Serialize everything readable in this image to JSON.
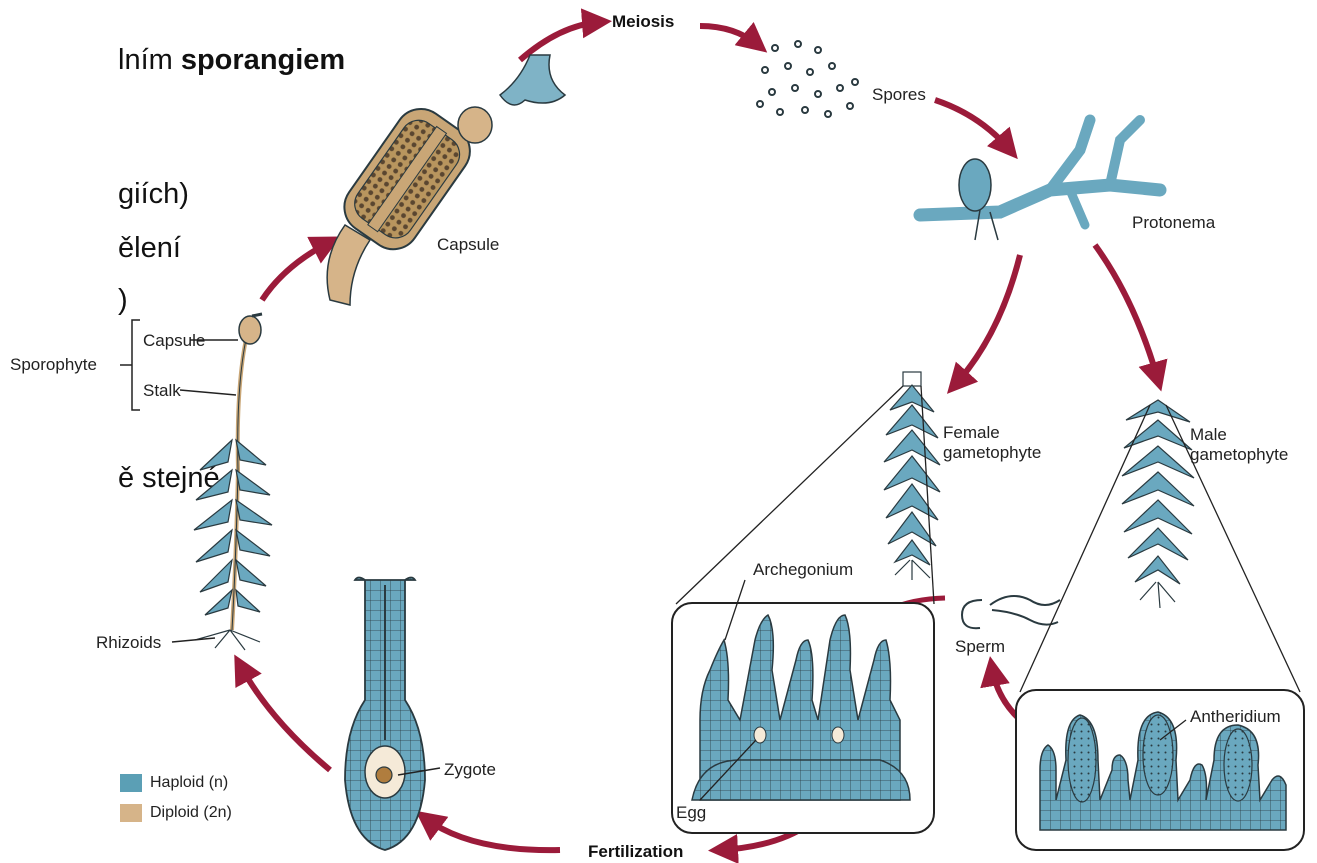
{
  "slide": {
    "line1_pre": "lním ",
    "line1_bold": "sporangiem",
    "line2": "giích)",
    "line3": "ělení",
    "line4": ")",
    "line5": "ě stejné"
  },
  "labels": {
    "meiosis": "Meiosis",
    "spores": "Spores",
    "protonema": "Protonema",
    "capsule_top": "Capsule",
    "sporophyte": "Sporophyte",
    "capsule": "Capsule",
    "stalk": "Stalk",
    "female_gametophyte_1": "Female",
    "female_gametophyte_2": "gametophyte",
    "male_gametophyte_1": "Male",
    "male_gametophyte_2": "gametophyte",
    "archegonium": "Archegonium",
    "sperm": "Sperm",
    "antheridium": "Antheridium",
    "egg": "Egg",
    "zygote": "Zygote",
    "rhizoids": "Rhizoids",
    "fertilization": "Fertilization"
  },
  "legend": {
    "haploid": "Haploid (n)",
    "diploid": "Diploid (2n)",
    "haploid_color": "#5b9fb5",
    "diploid_color": "#d6b489"
  },
  "colors": {
    "arrow": "#9b1b3a",
    "haploid": "#6aa8bf",
    "diploid": "#c9a676",
    "outline": "#2a3a40"
  }
}
